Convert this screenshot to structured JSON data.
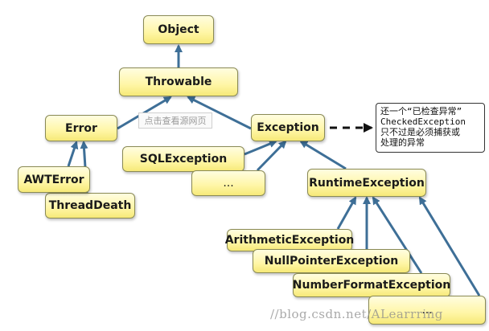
{
  "nodes": {
    "object": "Object",
    "throwable": "Throwable",
    "error": "Error",
    "exception": "Exception",
    "awt_error": "AWTError",
    "thread_death": "ThreadDeath",
    "sql_exception": "SQLException",
    "ellipsis_1": "...",
    "runtime_exception": "RuntimeException",
    "arithmetic_exception": "ArithmeticException",
    "null_pointer_exception": "NullPointerException",
    "number_format_exception": "NumberFormatException",
    "ellipsis_2": "..."
  },
  "tooltip": "点击查看源网页",
  "note": {
    "line1": "还一个“已检查异常”",
    "line2": "CheckedException",
    "line3": "只不过是必须捕获或",
    "line4": "处理的异常"
  },
  "watermark": "//blog.csdn.net/ALearrring",
  "colors": {
    "arrow": "#3e6f97",
    "box_fill": "#fff6a6",
    "box_border": "#8a8a55"
  }
}
